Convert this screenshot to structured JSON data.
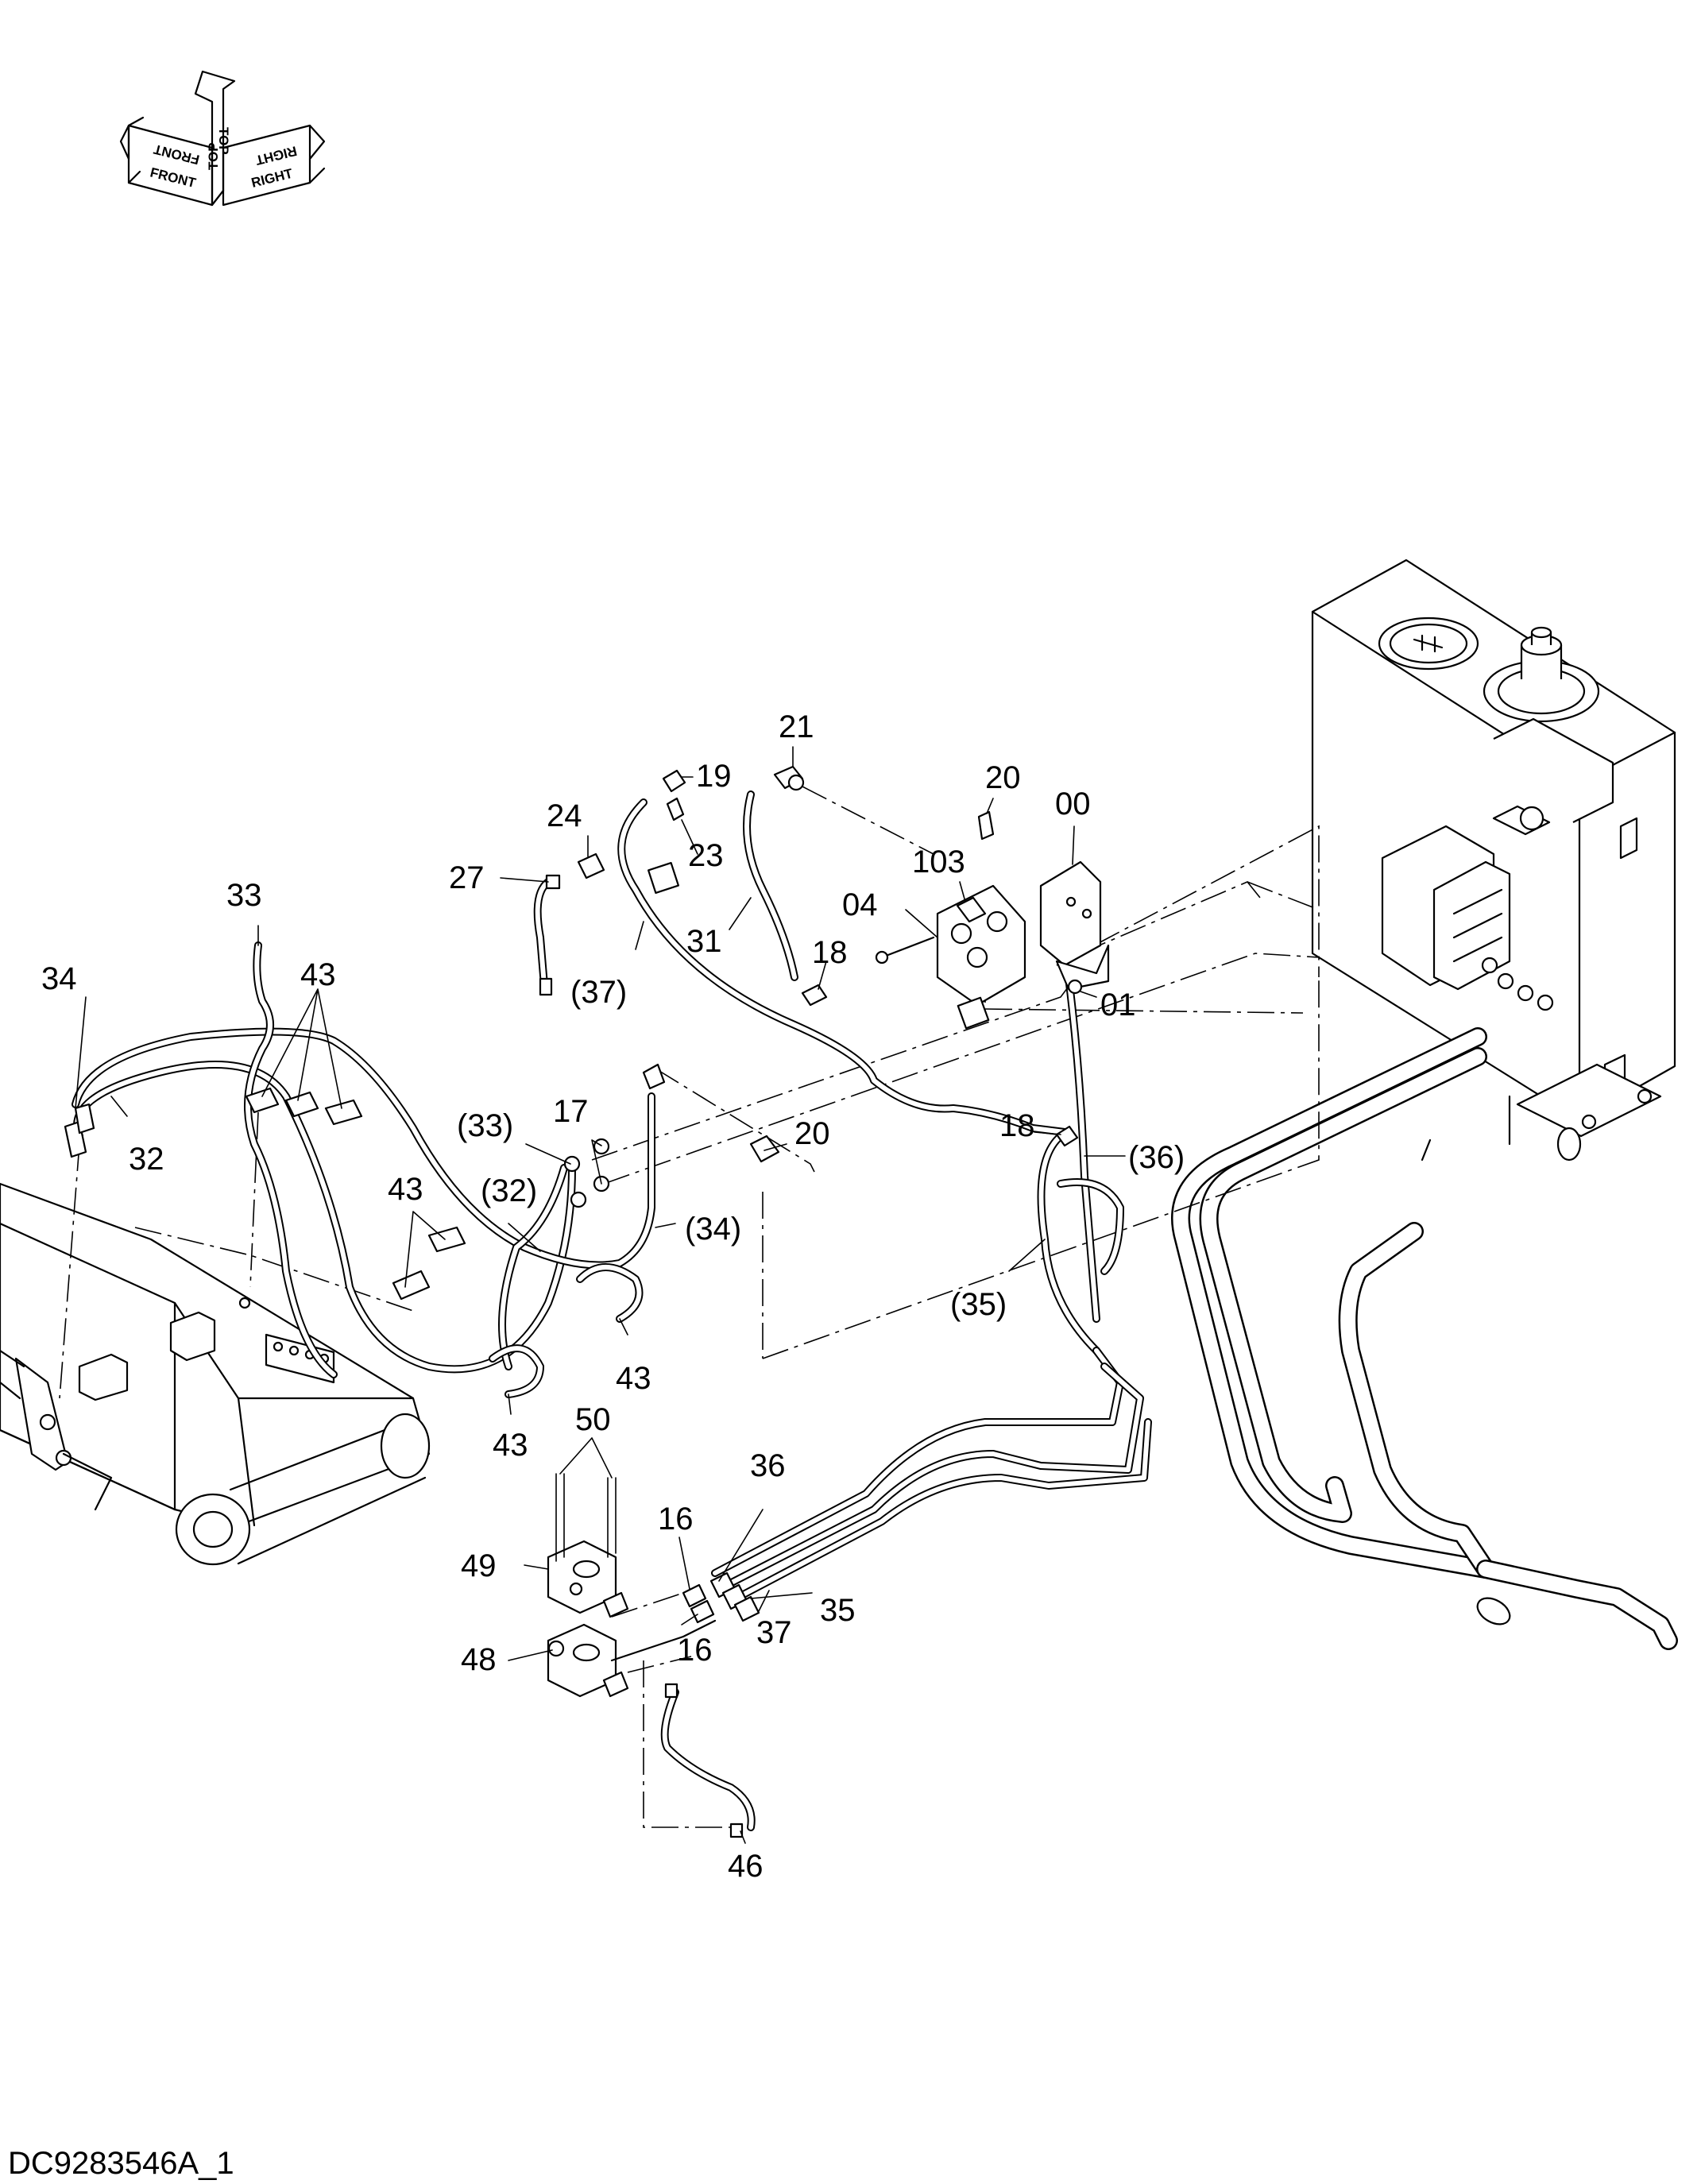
{
  "orientation": {
    "front": "FRONT",
    "top": "TOP",
    "right": "RIGHT"
  },
  "callouts": [
    "21",
    "19",
    "20",
    "00",
    "24",
    "23",
    "27",
    "103",
    "04",
    "31",
    "18",
    "01",
    "(37)",
    "33",
    "43",
    "34",
    "(36)",
    "17",
    "18",
    "(33)",
    "20",
    "32",
    "43",
    "(32)",
    "(34)",
    "(35)",
    "43",
    "43",
    "50",
    "36",
    "16",
    "49",
    "35",
    "37",
    "16",
    "48",
    "46"
  ],
  "document_code": "DC9283546A_1"
}
